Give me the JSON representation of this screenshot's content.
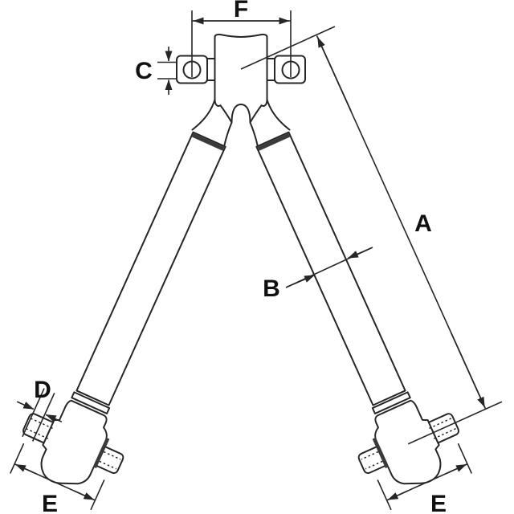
{
  "drawing": {
    "type": "technical-dimension-drawing",
    "subject": "v-torque-rod",
    "line_color": "#262626",
    "background_color": "#ffffff",
    "labels": {
      "a": "A",
      "b": "B",
      "c": "C",
      "d": "D",
      "e": "E",
      "f": "F"
    }
  }
}
